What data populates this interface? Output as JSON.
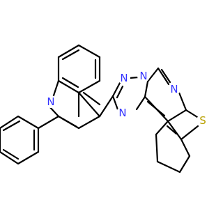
{
  "colors": {
    "bond": "#000000",
    "nitrogen": "#3333ff",
    "sulfur": "#b8a000",
    "background": "#ffffff"
  },
  "atom_labels": {
    "n_quinoline": "N",
    "n_triazole_1": "N",
    "n_triazole_2": "N",
    "n_triazole_3": "N",
    "n_pyrimidine": "N",
    "s_thiophene": "S"
  }
}
